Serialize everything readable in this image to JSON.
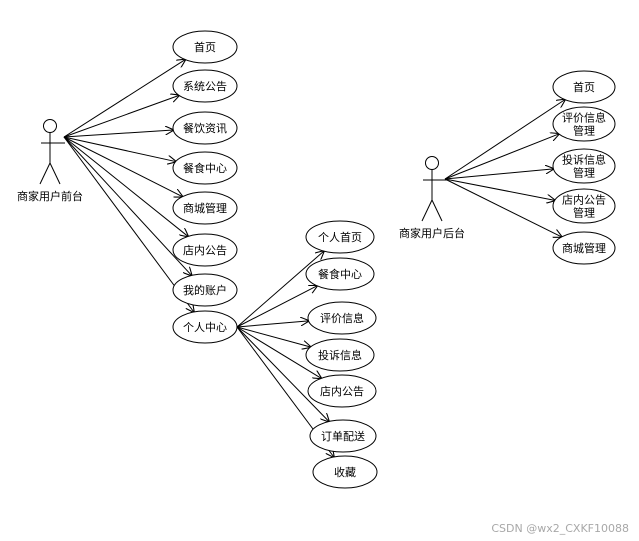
{
  "actors": {
    "front": "商家用户前台",
    "back": "商家用户后台"
  },
  "front_cases": [
    [
      "首页"
    ],
    [
      "系统公告"
    ],
    [
      "餐饮资讯"
    ],
    [
      "餐食中心"
    ],
    [
      "商城管理"
    ],
    [
      "店内公告"
    ],
    [
      "我的账户"
    ],
    [
      "个人中心"
    ]
  ],
  "personal_cases": [
    [
      "个人首页"
    ],
    [
      "餐食中心"
    ],
    [
      "评价信息"
    ],
    [
      "投诉信息"
    ],
    [
      "店内公告"
    ],
    [
      "订单配送"
    ],
    [
      "收藏"
    ]
  ],
  "back_cases": [
    [
      "首页"
    ],
    [
      "评价信息",
      "管理"
    ],
    [
      "投诉信息",
      "管理"
    ],
    [
      "店内公告",
      "管理"
    ],
    [
      "商城管理"
    ]
  ],
  "watermark": "CSDN @wx2_CXKF10088"
}
